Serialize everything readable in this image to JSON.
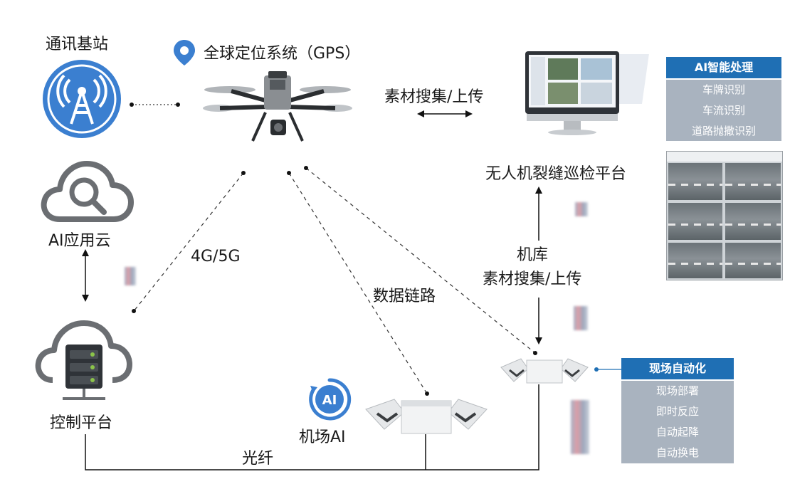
{
  "nodes": {
    "base_station": "通讯基站",
    "gps": "全球定位系统（GPS）",
    "ai_cloud": "AI应用云",
    "control_platform": "控制平台",
    "airport_ai": "机场AI",
    "crack_platform": "无人机裂缝巡检平台"
  },
  "edges": {
    "material_upload": "素材搜集/上传",
    "network": "4G/5G",
    "data_link": "数据链路",
    "hangar_line1": "机库",
    "hangar_line2": "素材搜集/上传",
    "fiber": "光纤"
  },
  "ai_panel": {
    "title": "AI智能处理",
    "items": [
      "车牌识别",
      "车流识别",
      "道路抛撒识别"
    ]
  },
  "auto_panel": {
    "title": "现场自动化",
    "items": [
      "现场部署",
      "即时反应",
      "自动起降",
      "自动换电"
    ]
  },
  "colors": {
    "accent_blue": "#3b7fd0",
    "panel_header": "#1f6fb4",
    "panel_body": "#a9b3bf",
    "icon_gray": "#6b6e72"
  }
}
